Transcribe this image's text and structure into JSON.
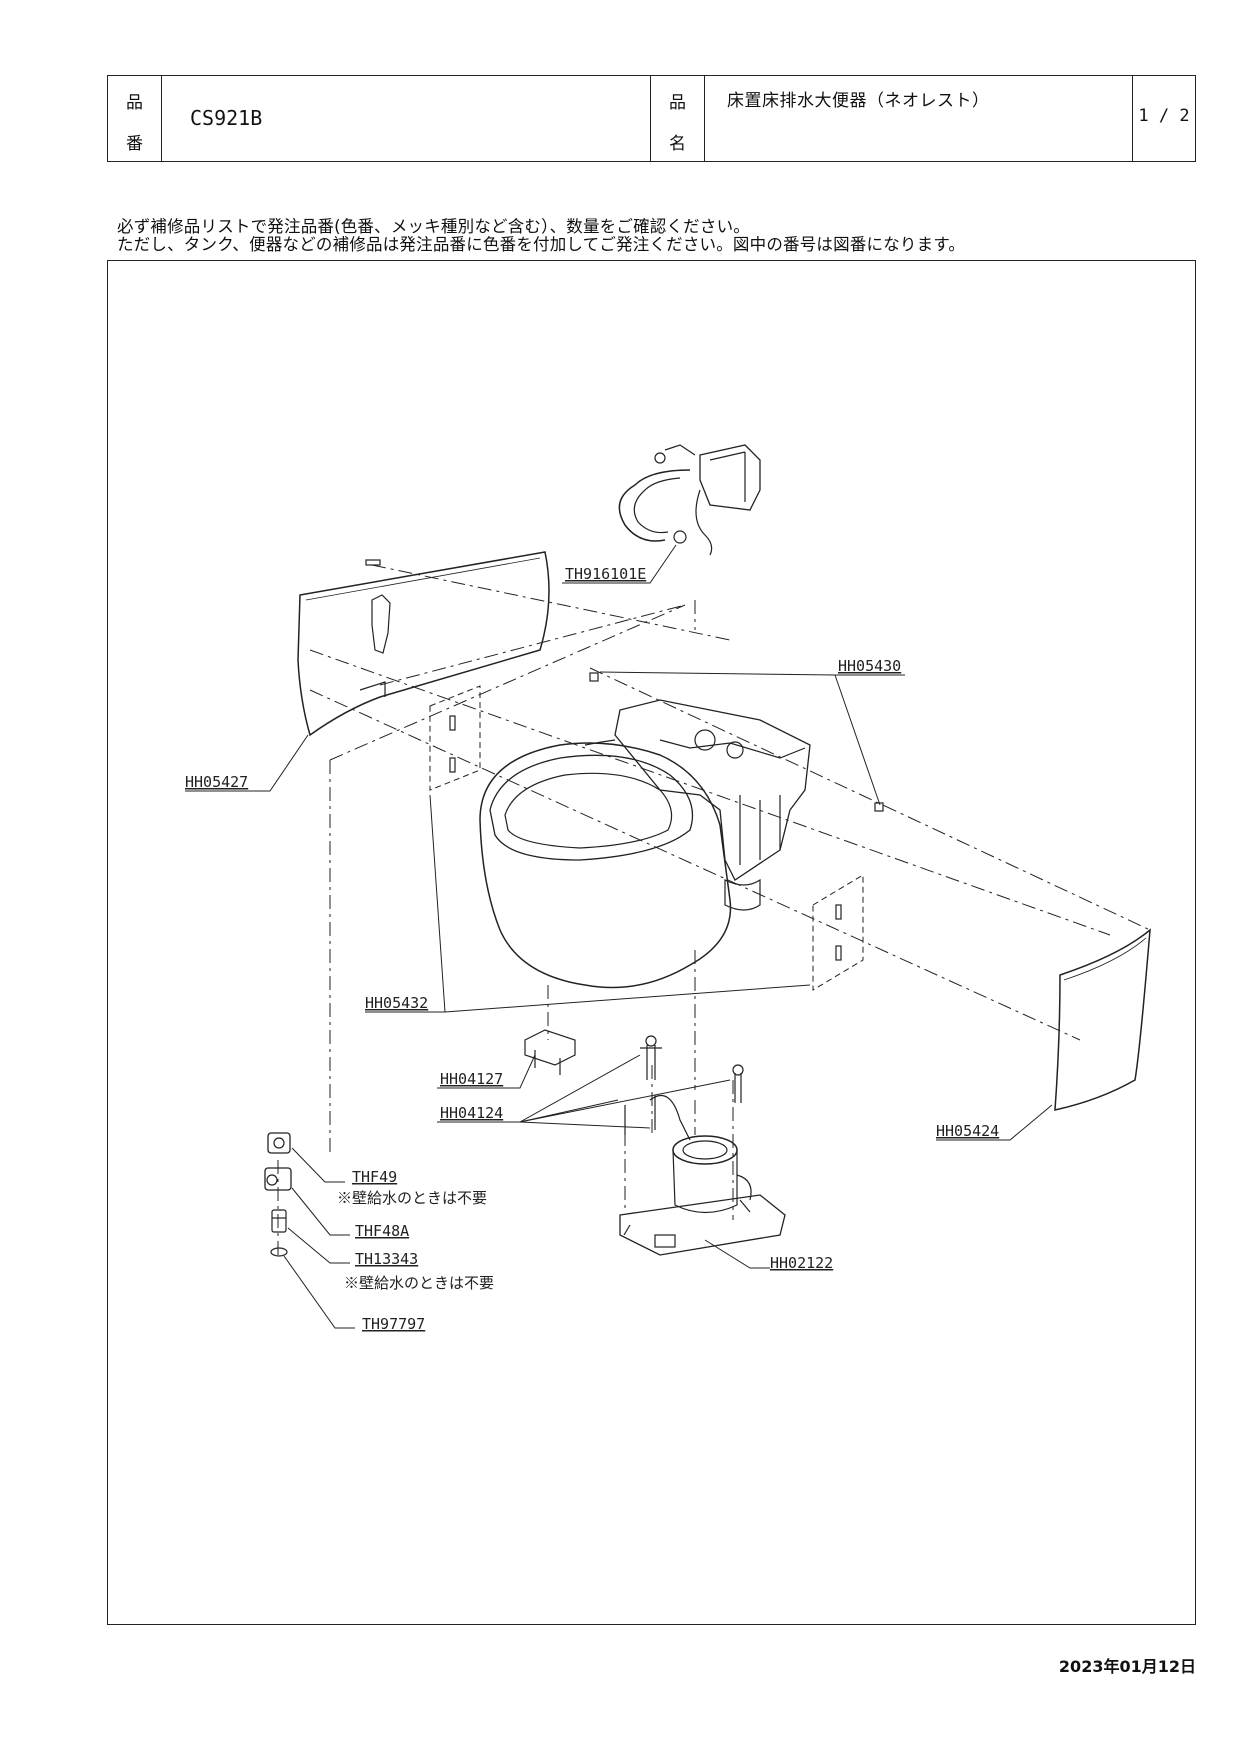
{
  "header": {
    "part_no_label_1": "品",
    "part_no_label_2": "番",
    "part_no": "CS921B",
    "name_label_1": "品",
    "name_label_2": "名",
    "product_name": "床置床排水大便器（ネオレスト）",
    "page": "1 / 2"
  },
  "notes": {
    "line1": "必ず補修品リストで発注品番(色番、メッキ種別など含む）、数量をご確認ください。",
    "line2": "ただし、タンク、便器などの補修品は発注品番に色番を付加してご発注ください。図中の番号は図番になります。"
  },
  "diagram": {
    "parts": {
      "TH916101E": "TH916101E",
      "HH05430": "HH05430",
      "HH05427": "HH05427",
      "HH05432": "HH05432",
      "HH04127": "HH04127",
      "HH04124": "HH04124",
      "HH05424": "HH05424",
      "THF49": "THF49",
      "THF48A": "THF48A",
      "TH13343": "TH13343",
      "TH97797": "TH97797",
      "HH02122": "HH02122"
    },
    "note_wall_supply_1": "※壁給水のときは不要",
    "note_wall_supply_2": "※壁給水のときは不要"
  },
  "footer": {
    "date": "2023年01月12日"
  }
}
